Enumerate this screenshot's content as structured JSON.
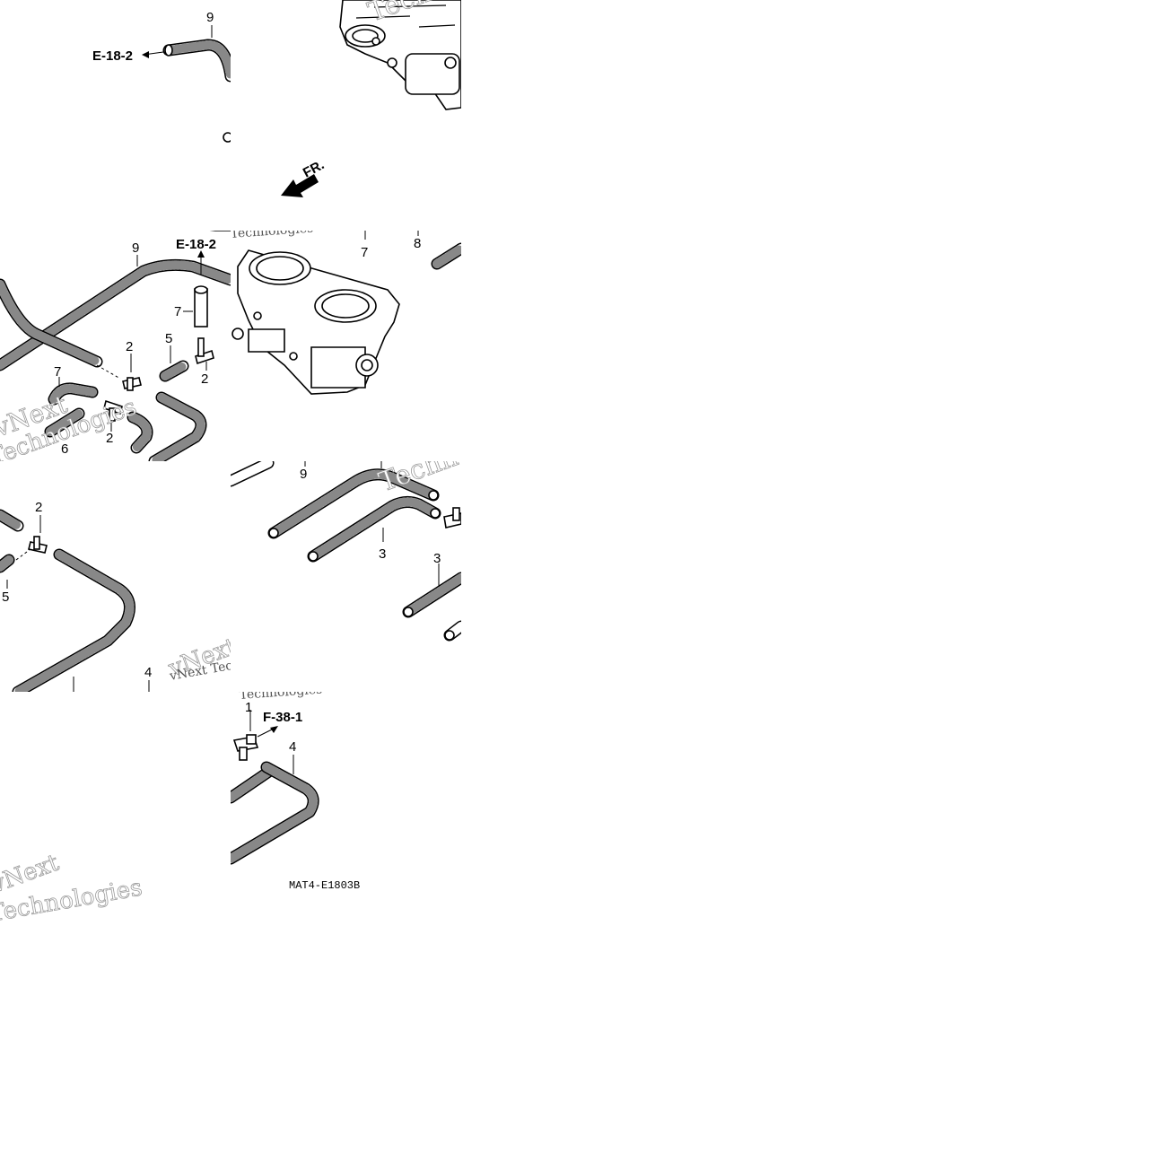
{
  "diagram": {
    "refs": {
      "e18_top": "E-18-2",
      "e18_mid": "E-18-2",
      "f38": "F-38-1",
      "fr": "FR."
    },
    "code": "MAT4-E1803B",
    "callouts": {
      "t1_9": "9",
      "t4_9": "9",
      "t4_7a": "7",
      "t4_2a": "2",
      "t4_5": "5",
      "t4_2b": "2",
      "t4_7b": "7",
      "t4_2c": "2",
      "t4_6": "6",
      "t5_7": "7",
      "t5_8": "8",
      "t8_9": "9",
      "t8_3a": "3",
      "t8_3b": "3",
      "t7_2": "2",
      "t7_5": "5",
      "t7_4": "4",
      "t11_1": "1",
      "t11_4": "4"
    },
    "watermark": {
      "brand": "vNext",
      "word": "Technologies",
      "full": "vNext Technologies"
    }
  }
}
